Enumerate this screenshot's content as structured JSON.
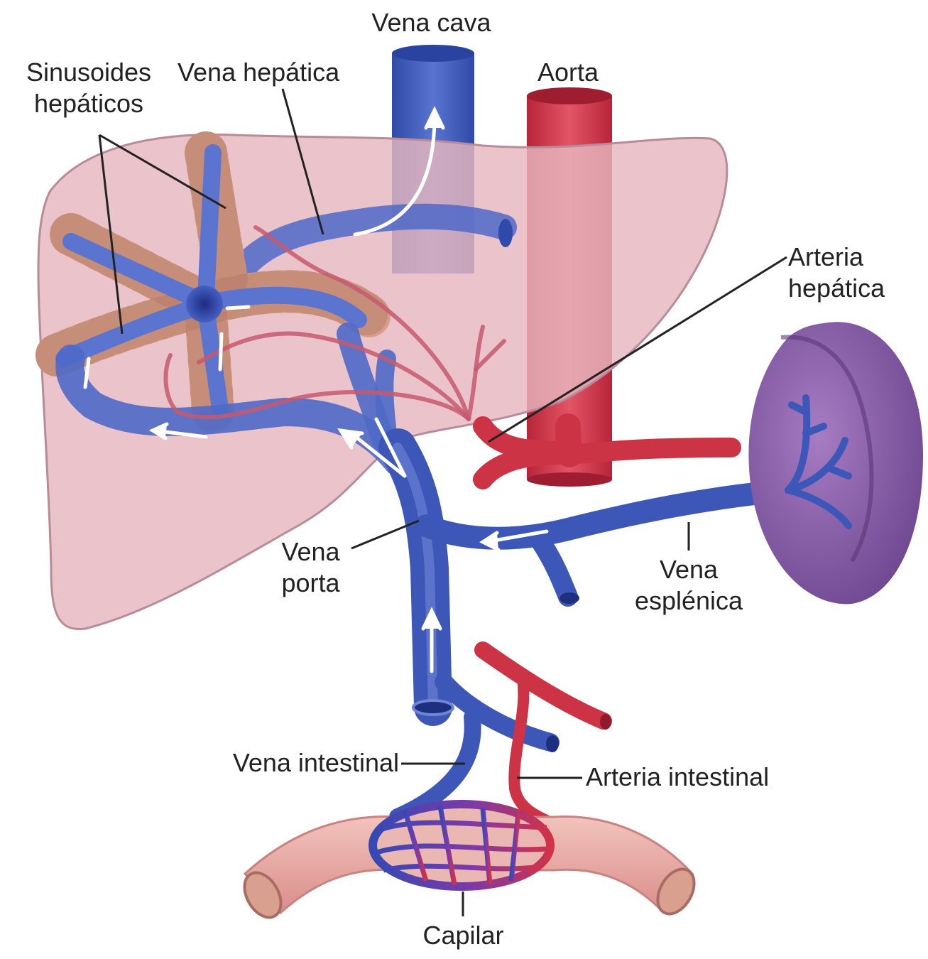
{
  "labels": {
    "vena_cava": "Vena cava",
    "aorta": "Aorta",
    "sinusoides_line1": "Sinusoides",
    "sinusoides_line2": "hepáticos",
    "vena_hepatica": "Vena hepática",
    "arteria_hepatica_line1": "Arteria",
    "arteria_hepatica_line2": "hepática",
    "vena_porta_line1": "Vena",
    "vena_porta_line2": "porta",
    "vena_esplenica_line1": "Vena",
    "vena_esplenica_line2": "esplénica",
    "vena_intestinal": "Vena intestinal",
    "arteria_intestinal": "Arteria intestinal",
    "capilar": "Capilar"
  },
  "colors": {
    "liver": "#e7b7c0",
    "liver_outline": "#b98a99",
    "vein": "#3d57b8",
    "vein_light": "#6f86d6",
    "artery": "#cc3345",
    "spleen": "#8a5fa8",
    "intestine": "#e8a9a5",
    "hepatocyte": "#dca58f"
  }
}
